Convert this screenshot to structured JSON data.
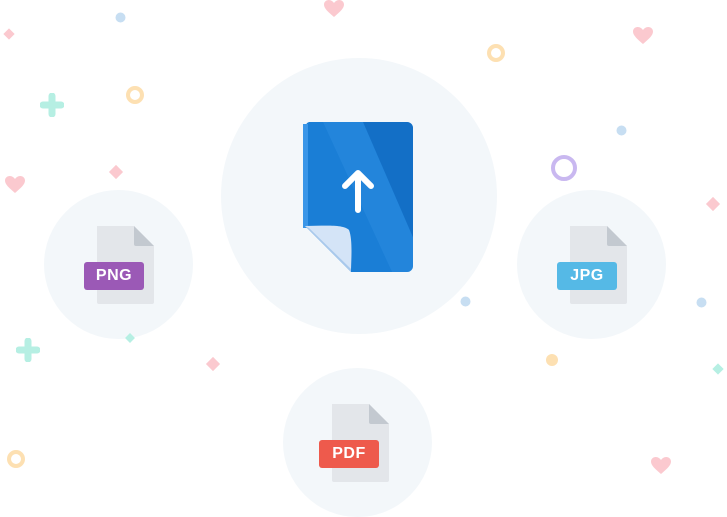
{
  "upload": {
    "icon": "file-upload-icon",
    "colors": {
      "page": "#1a7ed6",
      "shade": "#0f62ba",
      "fold": "#d4e4f7",
      "arrow": "#ffffff"
    }
  },
  "formats": [
    {
      "name": "png",
      "label": "PNG",
      "badge_color": "#9b59b6"
    },
    {
      "name": "jpg",
      "label": "JPG",
      "badge_color": "#55b9e6"
    },
    {
      "name": "pdf",
      "label": "PDF",
      "badge_color": "#ee5a4c"
    }
  ],
  "decorations": {
    "colors": {
      "pink": "#fbc9cf",
      "orange": "#fde0b2",
      "teal": "#b6efe3",
      "purple": "#c9b8f0",
      "blue": "#c7def2"
    }
  }
}
